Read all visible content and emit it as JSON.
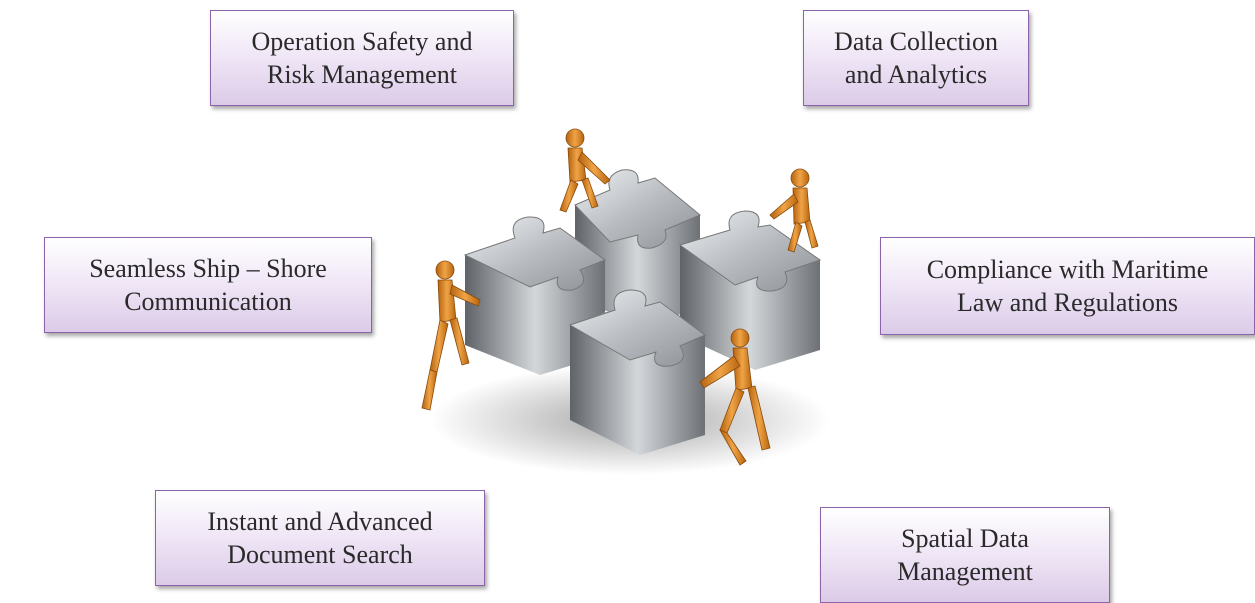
{
  "boxes": {
    "operation_safety": {
      "line1": "Operation Safety and",
      "line2": "Risk Management"
    },
    "data_collection": {
      "line1": "Data Collection",
      "line2": "and Analytics"
    },
    "seamless_comm": {
      "line1": "Seamless Ship – Shore",
      "line2": "Communication"
    },
    "compliance": {
      "line1": "Compliance with Maritime",
      "line2": "Law and Regulations"
    },
    "document_search": {
      "line1": "Instant and Advanced",
      "line2": "Document Search"
    },
    "spatial_data": {
      "line1": "Spatial Data",
      "line2": "Management"
    }
  },
  "colors": {
    "box_border": "#8a63a8",
    "box_fill_bottom": "#dccbe8",
    "puzzle_metal": "#a9adb2",
    "figure_orange": "#d9801f"
  },
  "illustration": {
    "icon": "puzzle-team-icon"
  }
}
